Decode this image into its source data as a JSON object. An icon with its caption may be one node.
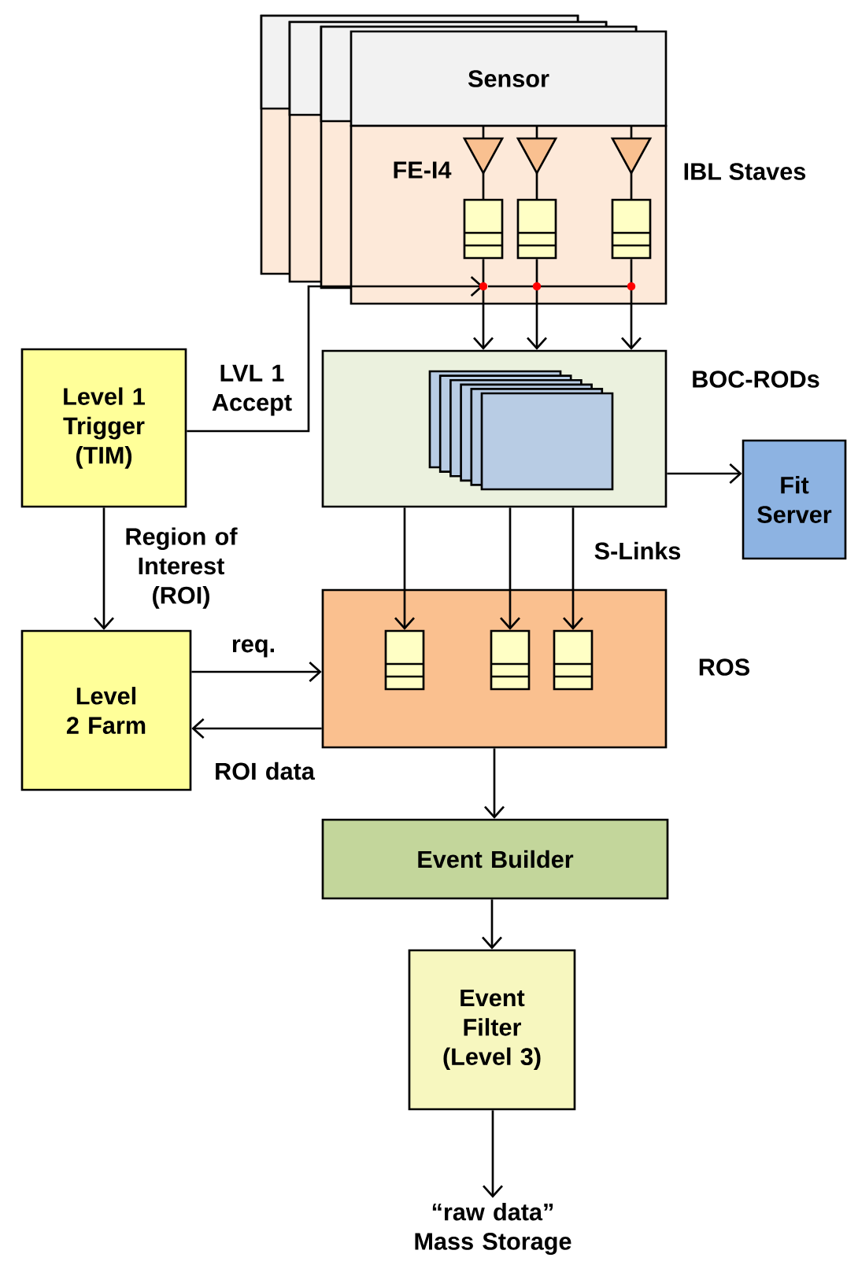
{
  "diagram": {
    "nodes": [
      {
        "text": [
          "Sensor"
        ]
      },
      {
        "text": [
          "FE-I4"
        ]
      },
      {
        "text": [],
        "shape": "box",
        "in": 1
      },
      {
        "text": [],
        "shape": "box",
        "in": 1
      },
      {
        "text": [],
        "shape": "box",
        "in": 1
      },
      {
        "text": [
          "BOC-RODs"
        ]
      },
      {
        "text": [
          "Level 1 Trigger (TIM)"
        ]
      },
      {
        "text": [
          "Fit Server"
        ]
      },
      {
        "text": [
          "ROS"
        ]
      },
      {
        "text": [],
        "shape": "box",
        "in": 8
      },
      {
        "text": [],
        "shape": "box",
        "in": 8
      },
      {
        "text": [],
        "shape": "box",
        "in": 8
      },
      {
        "text": [
          "Level 2 Farm"
        ]
      },
      {
        "text": [
          "Event Builder"
        ]
      },
      {
        "text": [
          "Event Filter (Level 3)"
        ]
      },
      {
        "text": [
          "“raw data” Mass Storage"
        ]
      }
    ],
    "edges": [
      {
        "from": 2,
        "to": 5,
        "arrow": "to"
      },
      {
        "from": 3,
        "to": 5,
        "arrow": "to"
      },
      {
        "from": 4,
        "to": 5,
        "arrow": "to"
      },
      {
        "from": 6,
        "to": 1,
        "arrow": "to",
        "label": "LVL 1 Accept"
      },
      {
        "from": 5,
        "to": 7,
        "arrow": "to"
      },
      {
        "from": 5,
        "to": 9,
        "arrow": "to"
      },
      {
        "from": 5,
        "to": 10,
        "arrow": "to"
      },
      {
        "from": 5,
        "to": 11,
        "arrow": "to",
        "label": "S-Links"
      },
      {
        "from": 6,
        "to": 12,
        "arrow": "to",
        "label": "Region of Interest (ROI)"
      },
      {
        "from": 12,
        "to": 8,
        "arrow": "to",
        "label": "req."
      },
      {
        "from": 8,
        "to": 12,
        "arrow": "to",
        "label": "ROI data"
      },
      {
        "from": 8,
        "to": 13,
        "arrow": "to"
      },
      {
        "from": 13,
        "to": 14,
        "arrow": "to"
      },
      {
        "from": 14,
        "to": 15,
        "arrow": "to"
      }
    ],
    "labels": [
      "IBL Staves"
    ]
  }
}
